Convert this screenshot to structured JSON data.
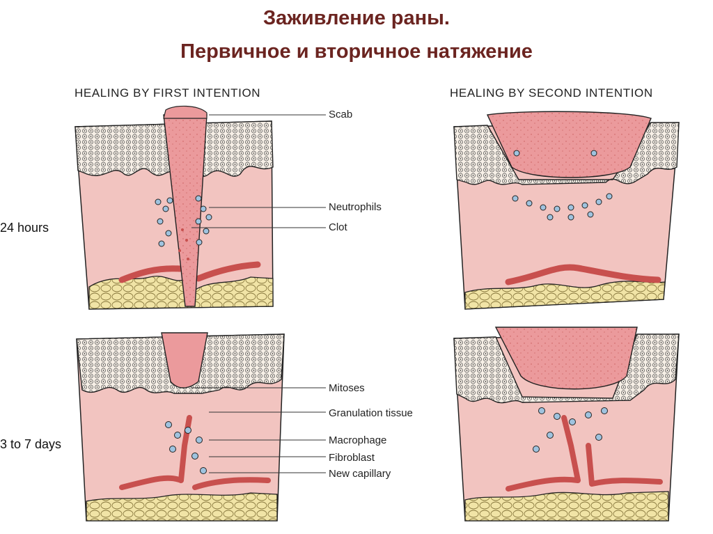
{
  "title": {
    "line1": "Заживление раны.",
    "line2": "Первичное и вторичное натяжение"
  },
  "headers": {
    "first": "HEALING BY FIRST INTENTION",
    "second": "HEALING BY SECOND INTENTION"
  },
  "rows": {
    "r1": "24 hours",
    "r2": "3 to 7 days"
  },
  "labels": {
    "scab": "Scab",
    "neutrophils": "Neutrophils",
    "clot": "Clot",
    "mitoses": "Mitoses",
    "granulation": "Granulation tissue",
    "macrophage": "Macrophage",
    "fibroblast": "Fibroblast",
    "capillary": "New capillary"
  },
  "colors": {
    "title": "#6b2420",
    "dermis": "#f2c4c0",
    "wound": "#eb9a9c",
    "vessel": "#c8504e",
    "fat": "#f1e4a6",
    "outline": "#222222"
  }
}
